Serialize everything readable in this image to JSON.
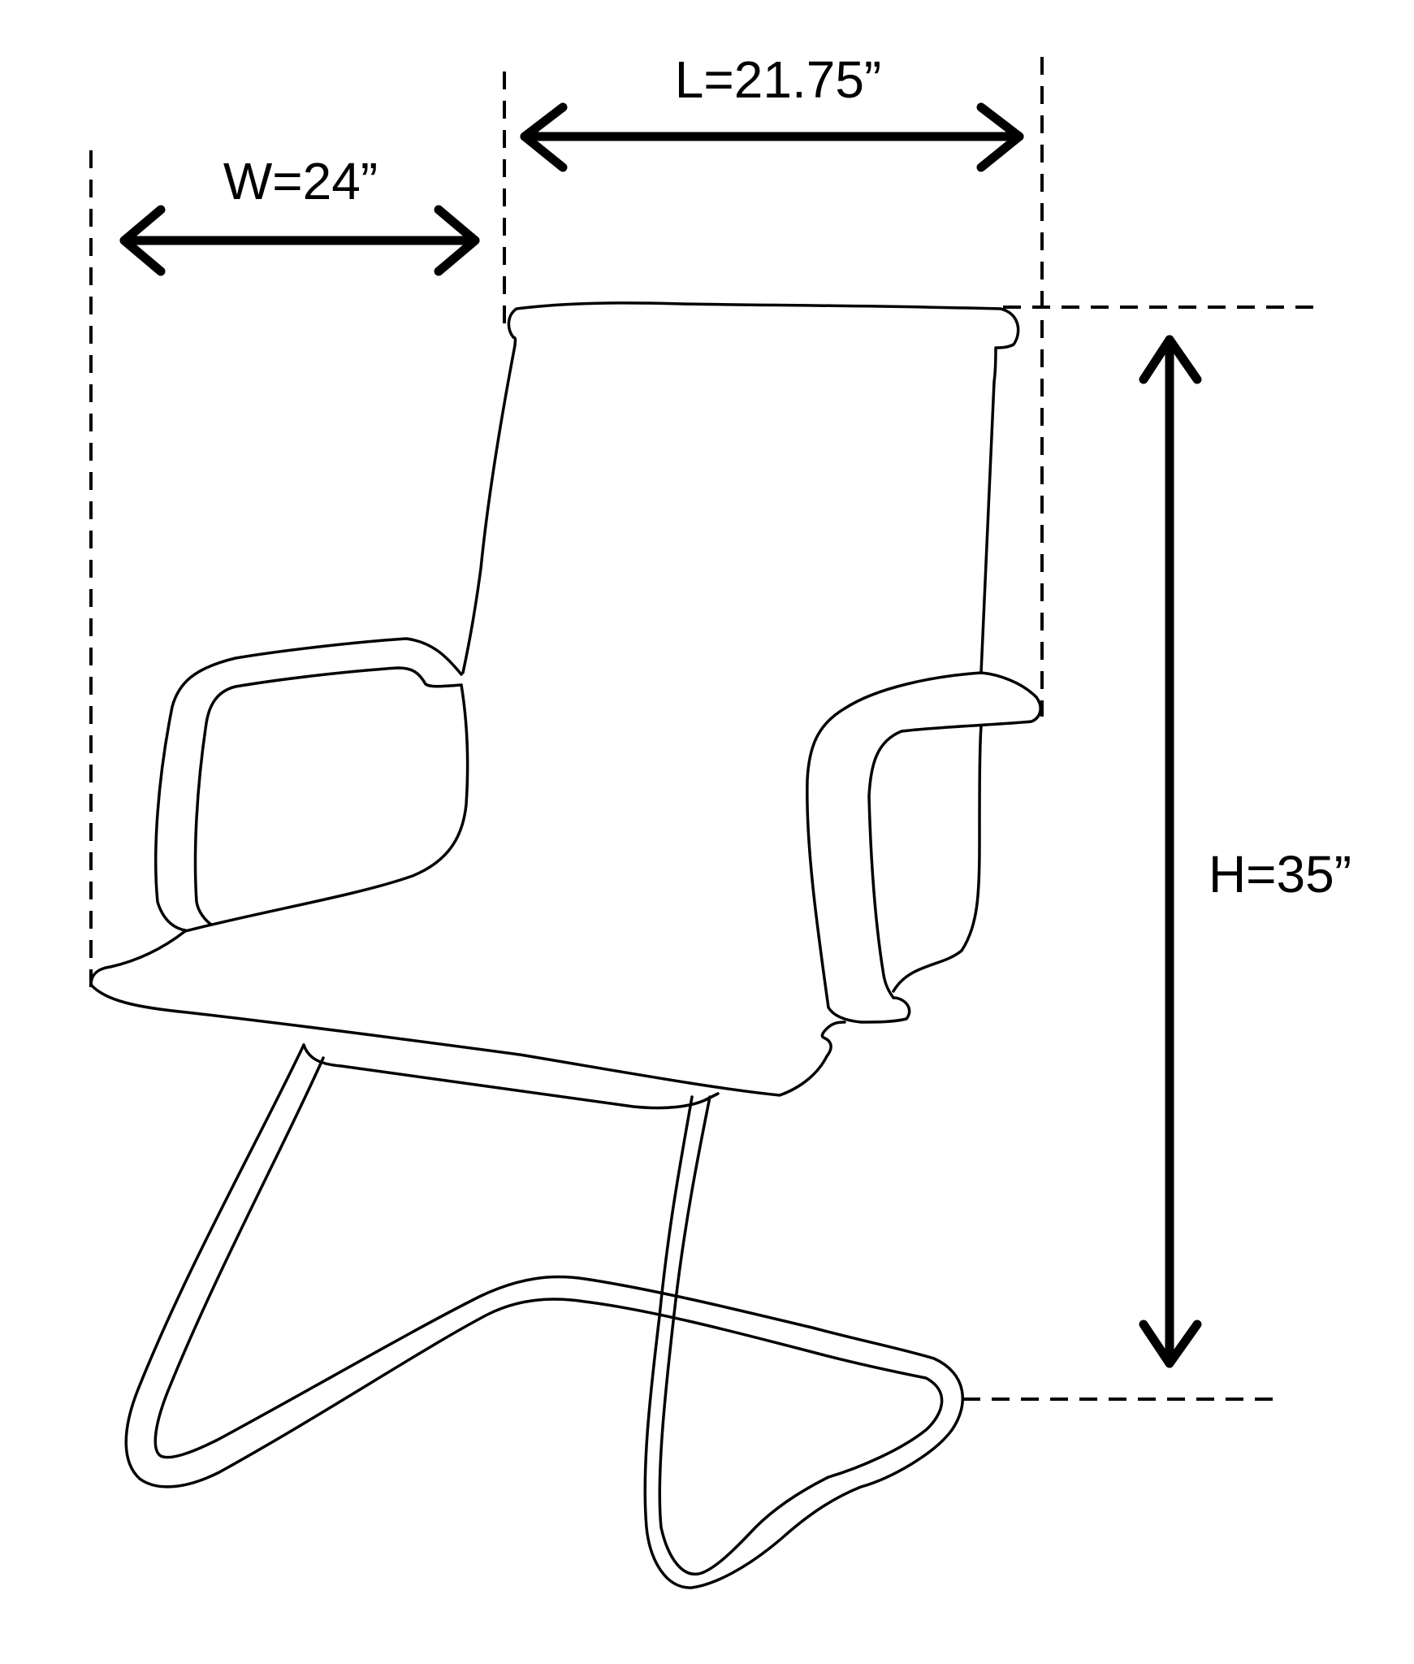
{
  "dimensions": {
    "width_label": "W=24”",
    "length_label": "L=21.75”",
    "height_label": "H=35”"
  },
  "style": {
    "line_color": "#000000",
    "background": "#ffffff"
  }
}
